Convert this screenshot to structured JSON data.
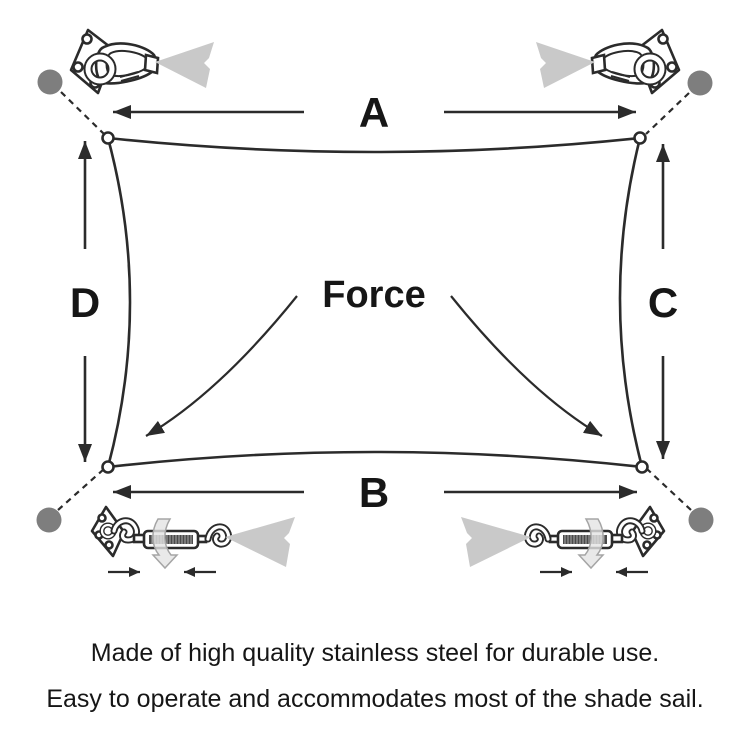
{
  "diagram": {
    "labels": {
      "top_width": "A",
      "bottom_width": "B",
      "right_height": "C",
      "left_height": "D",
      "force": "Force"
    },
    "caption": {
      "line1": "Made of high quality stainless steel for durable use.",
      "line2": "Easy to operate and accommodates most of the shade sail."
    },
    "icons": {
      "top_left": "pad-eye-carabiner-icon",
      "top_right": "pad-eye-carabiner-icon",
      "bottom_left": "pad-eye-turnbuckle-icon",
      "bottom_right": "pad-eye-turnbuckle-icon",
      "corner_marker": "anchor-point-dot",
      "tension_hint": "rotation-ribbon-arrow"
    },
    "colors": {
      "line": "#2b2b2b",
      "fabric": "#c9c9c9",
      "anchor_dot": "#7e7e7e",
      "barrel": "#4a4a4a",
      "ribbon": "#e3e3e3",
      "background": "#ffffff"
    }
  }
}
